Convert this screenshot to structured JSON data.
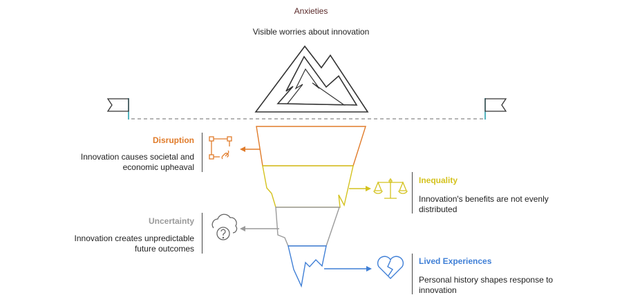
{
  "header": {
    "title": "Anxieties",
    "subtitle": "Visible worries about innovation"
  },
  "layers": [
    {
      "id": "disruption",
      "label": "Disruption",
      "description": "Innovation causes societal and economic upheaval",
      "color": "#e07b2a",
      "icon": "broken-link-icon"
    },
    {
      "id": "inequality",
      "label": "Inequality",
      "description": "Innovation's benefits are not evenly distributed",
      "color": "#d4c21e",
      "icon": "balance-scale-icon"
    },
    {
      "id": "uncertainty",
      "label": "Uncertainty",
      "description": "Innovation creates unpredictable future outcomes",
      "color": "#9a9a9a",
      "icon": "question-cloud-icon"
    },
    {
      "id": "lived",
      "label": "Lived Experiences",
      "description": "Personal history shapes response to innovation",
      "color": "#3f7fd6",
      "icon": "broken-heart-icon"
    }
  ],
  "colors": {
    "outline": "#333333",
    "flag": "#1a9aa8",
    "dashed": "#888888"
  }
}
